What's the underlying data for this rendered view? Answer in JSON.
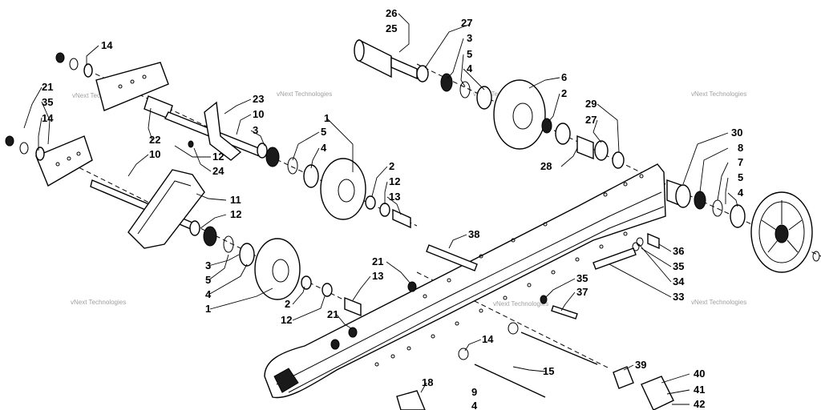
{
  "callouts": [
    {
      "text": "26"
    },
    {
      "text": "25"
    },
    {
      "text": "27"
    },
    {
      "text": "3"
    },
    {
      "text": "5"
    },
    {
      "text": "4"
    },
    {
      "text": "6"
    },
    {
      "text": "2"
    },
    {
      "text": "14"
    },
    {
      "text": "21"
    },
    {
      "text": "35"
    },
    {
      "text": "14"
    },
    {
      "text": "23"
    },
    {
      "text": "10"
    },
    {
      "text": "3"
    },
    {
      "text": "1"
    },
    {
      "text": "5"
    },
    {
      "text": "4"
    },
    {
      "text": "22"
    },
    {
      "text": "12"
    },
    {
      "text": "24"
    },
    {
      "text": "10"
    },
    {
      "text": "11"
    },
    {
      "text": "12"
    },
    {
      "text": "2"
    },
    {
      "text": "12"
    },
    {
      "text": "13"
    },
    {
      "text": "29"
    },
    {
      "text": "27"
    },
    {
      "text": "28"
    },
    {
      "text": "30"
    },
    {
      "text": "8"
    },
    {
      "text": "7"
    },
    {
      "text": "5"
    },
    {
      "text": "4"
    },
    {
      "text": "38"
    },
    {
      "text": "36"
    },
    {
      "text": "35"
    },
    {
      "text": "34"
    },
    {
      "text": "33"
    },
    {
      "text": "35"
    },
    {
      "text": "37"
    },
    {
      "text": "21"
    },
    {
      "text": "13"
    },
    {
      "text": "3"
    },
    {
      "text": "5"
    },
    {
      "text": "4"
    },
    {
      "text": "1"
    },
    {
      "text": "2"
    },
    {
      "text": "12"
    },
    {
      "text": "21"
    },
    {
      "text": "14"
    },
    {
      "text": "15"
    },
    {
      "text": "39"
    },
    {
      "text": "40"
    },
    {
      "text": "41"
    },
    {
      "text": "42"
    },
    {
      "text": "18"
    },
    {
      "text": "9"
    },
    {
      "text": "4"
    }
  ],
  "watermark": "vNext Technologies"
}
